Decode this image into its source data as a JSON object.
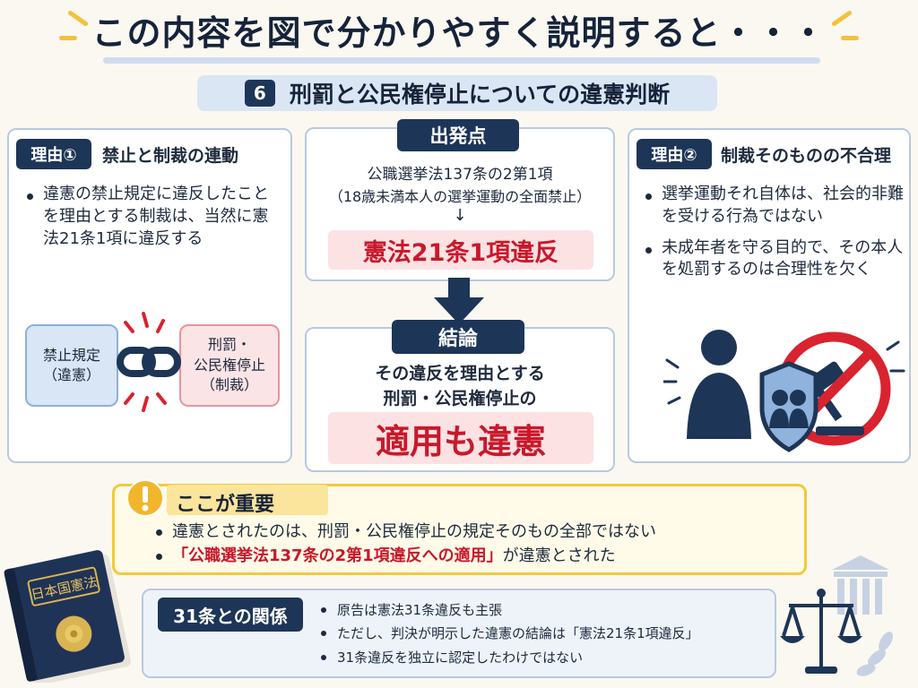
{
  "header": {
    "title": "この内容を図で分かりやすく説明すると・・・",
    "section_number": "6",
    "section_title": "刑罰と公民権停止についての違憲判断"
  },
  "reason1": {
    "tag": "理由①",
    "title": "禁止と制裁の連動",
    "bullet": "違憲の禁止規定に違反したことを理由とする制裁は、当然に憲法21条1項に違反する",
    "prohibit_box": "禁止規定\n（違憲）",
    "sanction_box": "刑罰・\n公民権停止\n（制裁）"
  },
  "start": {
    "tag": "出発点",
    "line1": "公職選挙法137条の2第1項",
    "line2": "（18歳未満本人の選挙運動の全面禁止）",
    "arrow": "↓",
    "violation": "憲法21条1項違反"
  },
  "conclusion": {
    "tag": "結論",
    "line1": "その違反を理由とする",
    "line2": "刑罰・公民権停止の",
    "big": "適用も違憲"
  },
  "reason2": {
    "tag": "理由②",
    "title": "制裁そのものの不合理",
    "bullets": [
      "選挙運動それ自体は、社会的非難を受ける行為ではない",
      "未成年者を守る目的で、その本人を処罰するのは合理性を欠く"
    ]
  },
  "important": {
    "title": "ここが重要",
    "item1": "違憲とされたのは、刑罰・公民権停止の規定そのもの全部ではない",
    "item2_highlight": "「公職選挙法137条の2第1項違反への適用」",
    "item2_rest": "が違憲とされた"
  },
  "relation": {
    "tag": "31条との関係",
    "items": [
      "原告は憲法31条違反も主張",
      "ただし、判決が明示した違憲の結論は「憲法21条1項違反」",
      "31条違反を独立に認定したわけではない"
    ]
  },
  "book": {
    "title": "日本国憲法"
  },
  "colors": {
    "navy": "#1d3557",
    "red": "#c9182b",
    "pink_bg": "#fde2e3",
    "yellow_border": "#f1c93c"
  }
}
